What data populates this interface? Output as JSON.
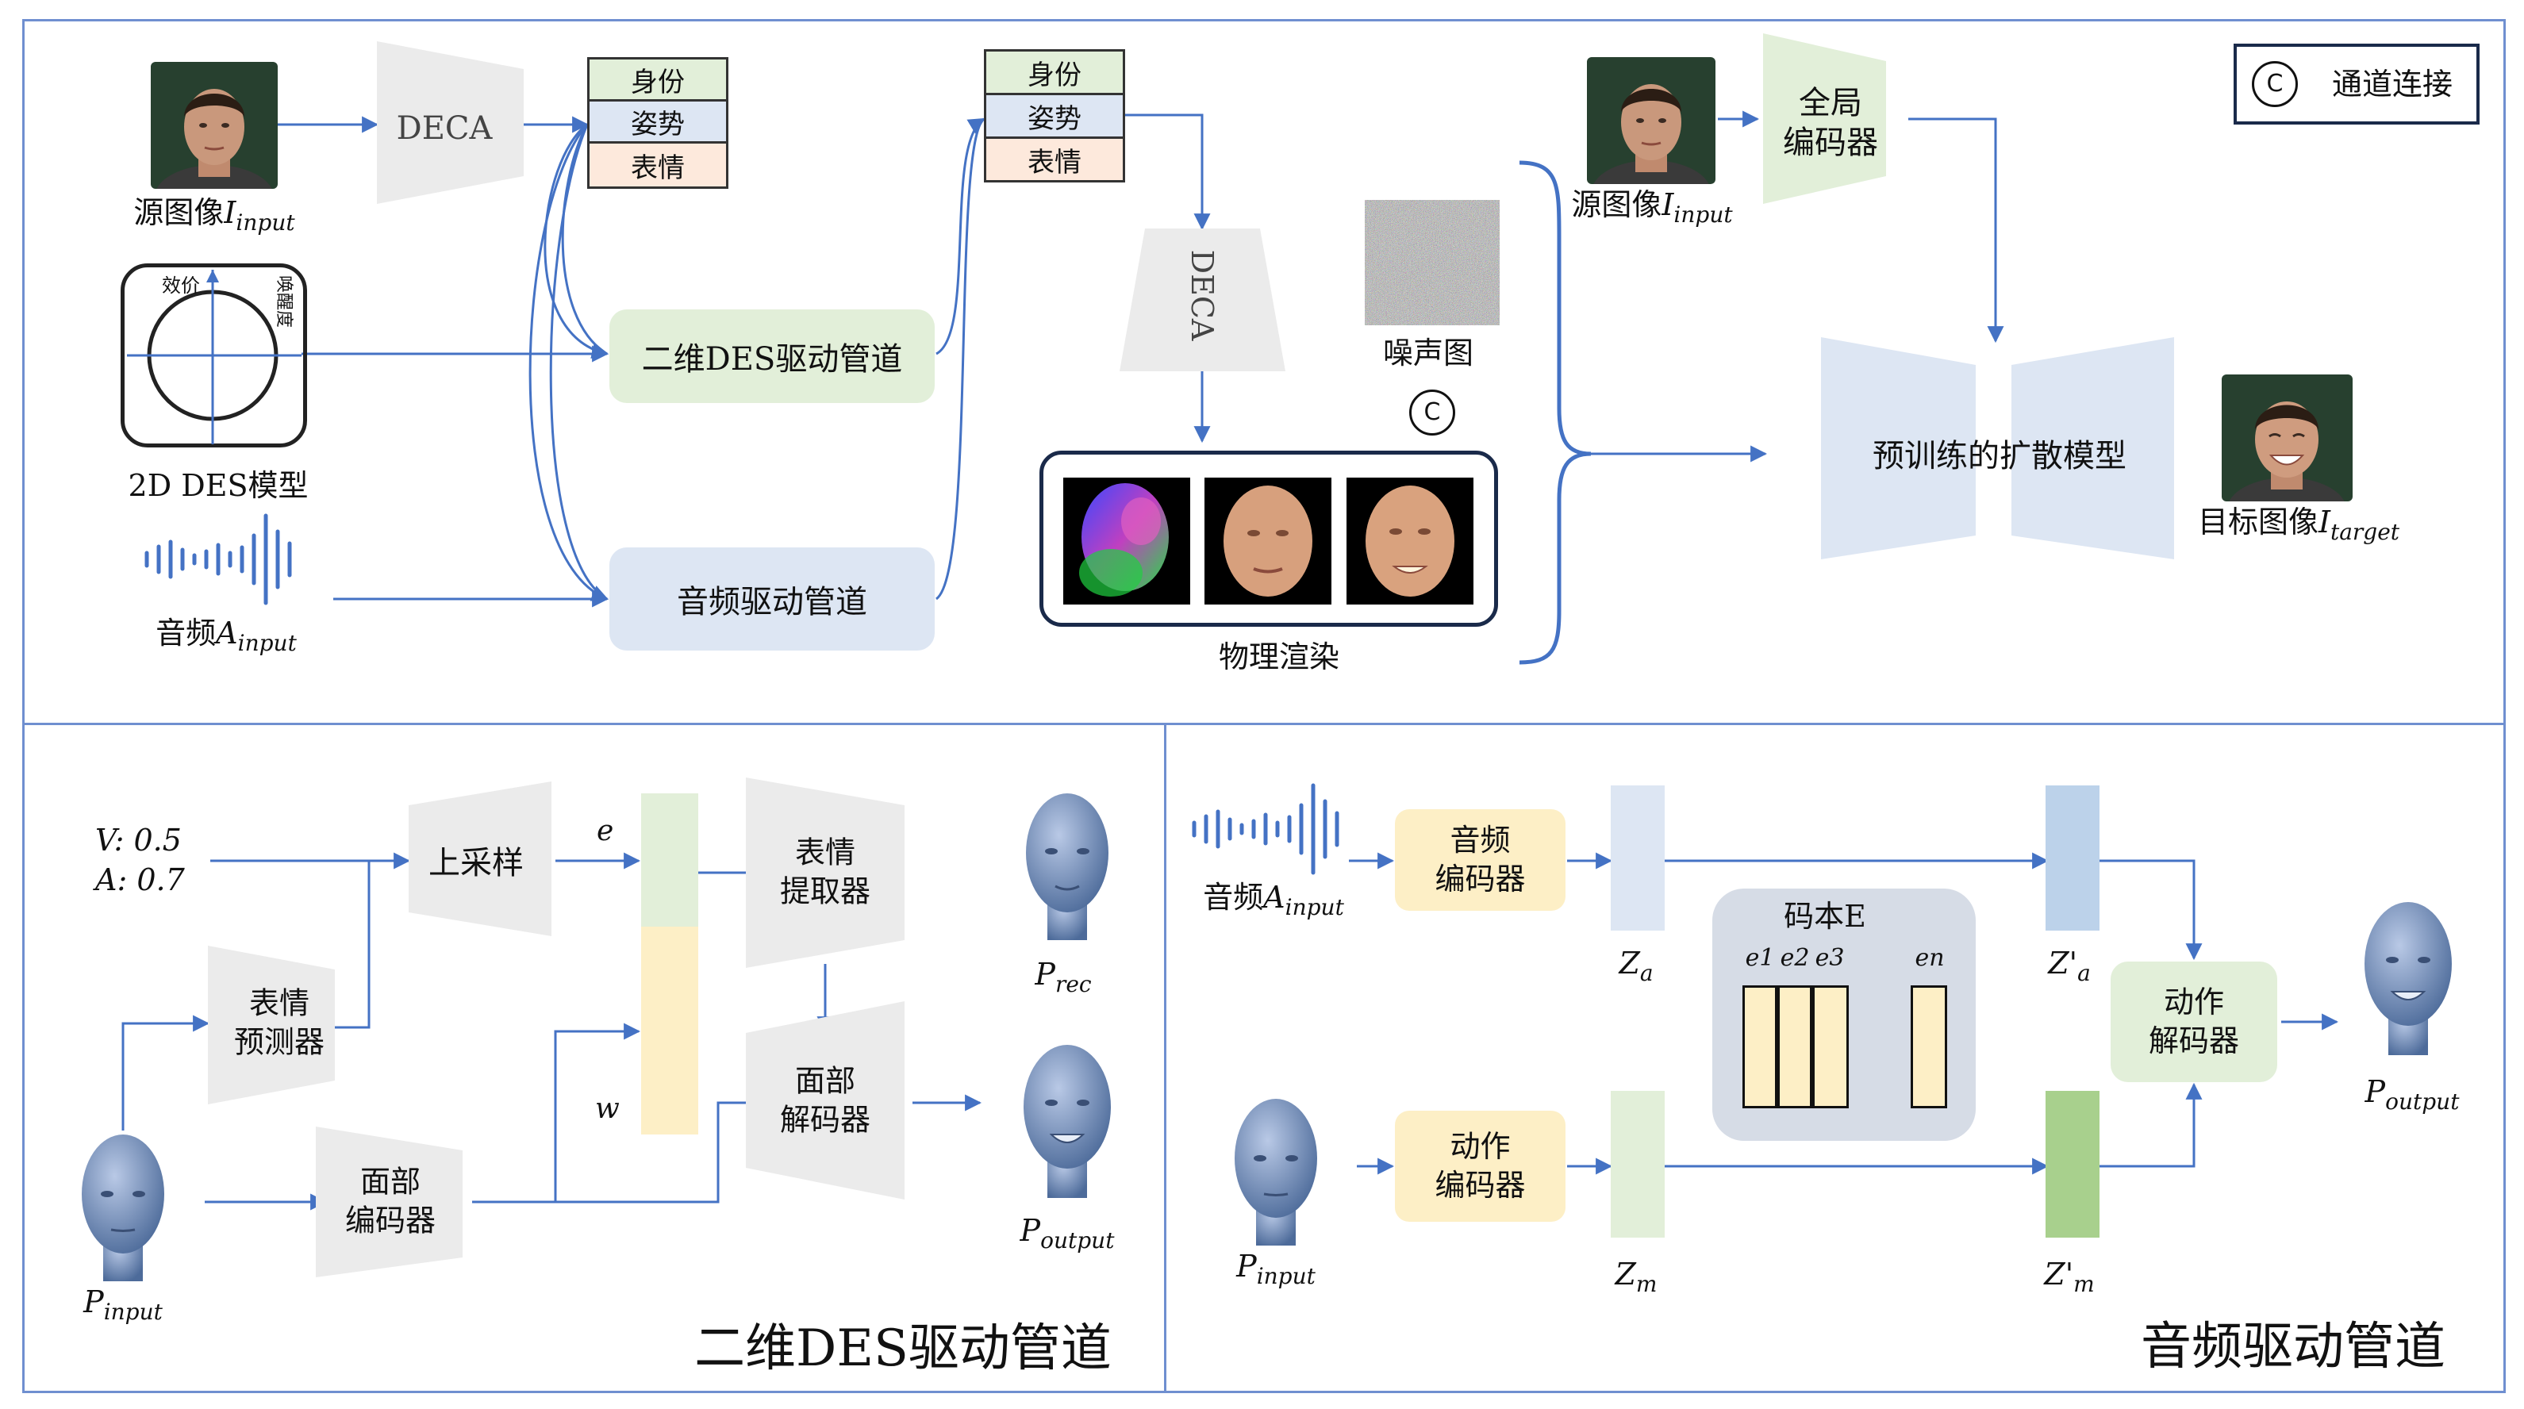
{
  "legend": {
    "symbol": "C",
    "label": "通道连接"
  },
  "top": {
    "source_image_label": "源图像",
    "source_image_var": "I",
    "source_image_sub": "input",
    "deca_left": "DECA",
    "params_left": [
      "身份",
      "姿势",
      "表情"
    ],
    "params_right": [
      "身份",
      "姿势",
      "表情"
    ],
    "des_model": {
      "title": "2D  DES模型",
      "valence": "效价",
      "arousal": "唤醒度"
    },
    "audio_label": "音频",
    "audio_var": "A",
    "audio_sub": "input",
    "pipeline_2d": "二维DES驱动管道",
    "pipeline_audio": "音频驱动管道",
    "deca_center": "DECA",
    "noise_label": "噪声图",
    "concat_symbol": "C",
    "render_label": "物理渲染",
    "source_image2_label": "源图像",
    "source_image2_var": "I",
    "source_image2_sub": "input",
    "global_encoder": [
      "全局",
      "编码器"
    ],
    "diffusion_model": "预训练的扩散模型",
    "target_label": "目标图像",
    "target_var": "I",
    "target_sub": "target"
  },
  "bottom_left": {
    "title": "二维DES驱动管道",
    "v_value": "V: 0.5",
    "a_value": "A: 0.7",
    "upsample": "上采样",
    "e_label": "e",
    "w_label": "w",
    "expr_predictor": [
      "表情",
      "预测器"
    ],
    "expr_extractor": [
      "表情",
      "提取器"
    ],
    "face_encoder": [
      "面部",
      "编码器"
    ],
    "face_decoder": [
      "面部",
      "解码器"
    ],
    "p_input": {
      "var": "P",
      "sub": "input"
    },
    "p_rec": {
      "var": "P",
      "sub": "rec"
    },
    "p_output": {
      "var": "P",
      "sub": "output"
    }
  },
  "bottom_right": {
    "title": "音频驱动管道",
    "audio_label": "音频",
    "audio_var": "A",
    "audio_sub": "input",
    "audio_encoder": [
      "音频",
      "编码器"
    ],
    "motion_encoder": [
      "动作",
      "编码器"
    ],
    "motion_decoder": [
      "动作",
      "解码器"
    ],
    "codebook_title": "码本E",
    "codebook_entries": [
      "e1",
      "e2",
      "e3",
      "en"
    ],
    "z_a": {
      "var": "Z",
      "sub": "a"
    },
    "z_m": {
      "var": "Z",
      "sub": "m"
    },
    "z_a_prime": {
      "var": "Z'",
      "sub": "a"
    },
    "z_m_prime": {
      "var": "Z'",
      "sub": "m"
    },
    "p_input": {
      "var": "P",
      "sub": "input"
    },
    "p_output": {
      "var": "P",
      "sub": "output"
    }
  },
  "colors": {
    "frame": "#6f8fd0",
    "arrow": "#4472c4",
    "green": "#e2efd9",
    "blue": "#dde6f3",
    "yellow": "#fdefc6",
    "gray": "#ebebeb",
    "codebook_bg": "#d6dce6",
    "waveform": "#4472c4"
  }
}
